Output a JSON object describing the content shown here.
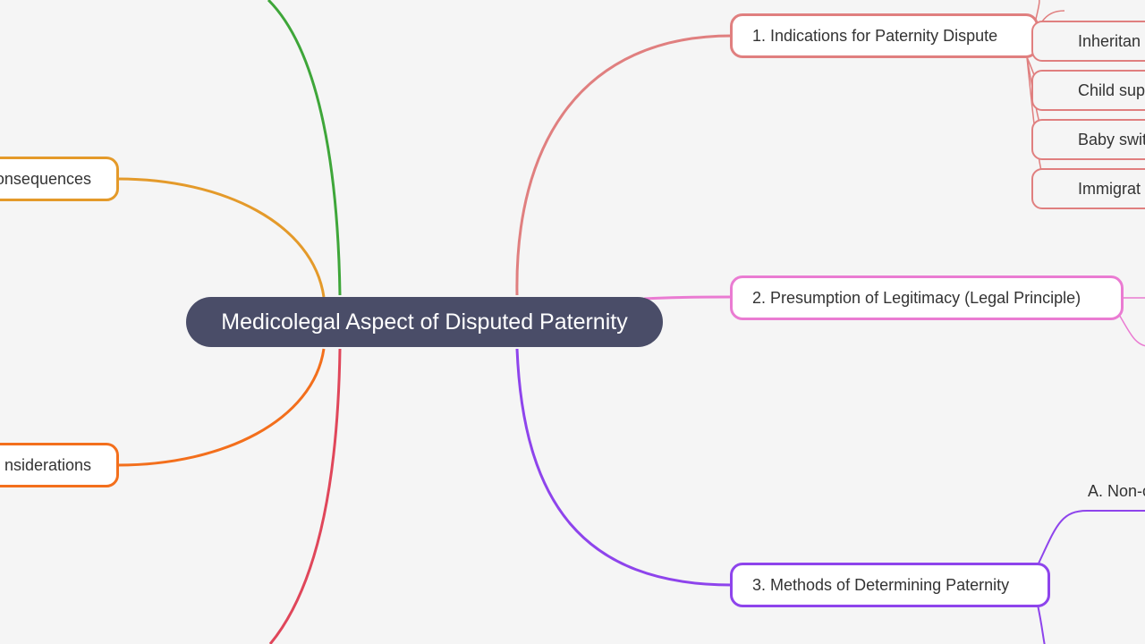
{
  "root": {
    "label": "Medicolegal Aspect of Disputed Paternity"
  },
  "right_branches": [
    {
      "label": "1. Indications for Paternity Dispute",
      "color": "#e07f7f",
      "children": [
        "Inheritan",
        "Child sup",
        "Baby swit",
        "Immigrat"
      ]
    },
    {
      "label": "2. Presumption of Legitimacy (Legal Principle)",
      "color": "#ea7bd2"
    },
    {
      "label": "3. Methods of Determining Paternity",
      "color": "#8e44ec",
      "children": [
        "A. Non-c"
      ]
    }
  ],
  "left_branches": [
    {
      "label": "onsequences",
      "color": "#e49a2a"
    },
    {
      "label": "nsiderations",
      "color": "#f36f1c"
    }
  ],
  "edge_colors": {
    "top_green": "#3ea639",
    "bottom_red": "#e0465a"
  }
}
